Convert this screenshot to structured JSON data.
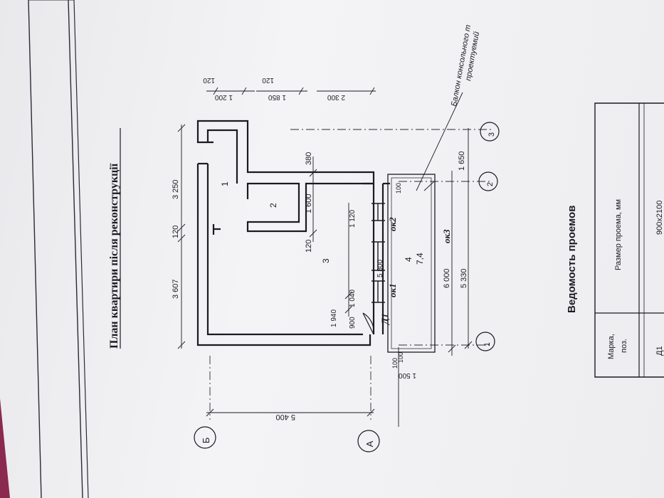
{
  "title": "План квартири після реконструкції",
  "rooms": [
    "1",
    "2",
    "3",
    "4",
    "7,4"
  ],
  "openings": [
    "Д1",
    "ок1",
    "ок2",
    "ок3"
  ],
  "dims_top": [
    "3 607",
    "120",
    "3 250"
  ],
  "dims_mid": [
    "120",
    "1 600",
    "380"
  ],
  "dims_inner": [
    "1 940",
    "900",
    "1 040",
    "1 120",
    "5 800"
  ],
  "dims_bottom": [
    "6 000",
    "5 330",
    "100",
    "1 650"
  ],
  "dims_right": [
    "120",
    "1 200",
    "120",
    "1 850",
    "2 300"
  ],
  "dims_left": [
    "5 400",
    "1 500",
    "100",
    "100"
  ],
  "axes_num": [
    "1",
    "2",
    "3"
  ],
  "axes_letter": [
    "Б",
    "А"
  ],
  "balcony_note": [
    "Балкон консольного т",
    "проектуемий"
  ],
  "table": {
    "title": "Ведомость проемов",
    "col_mark": [
      "Марка,",
      "поз."
    ],
    "col_size": "Размер проема, мм",
    "row1_mark": "Д1",
    "row1_size": "900х2100"
  }
}
